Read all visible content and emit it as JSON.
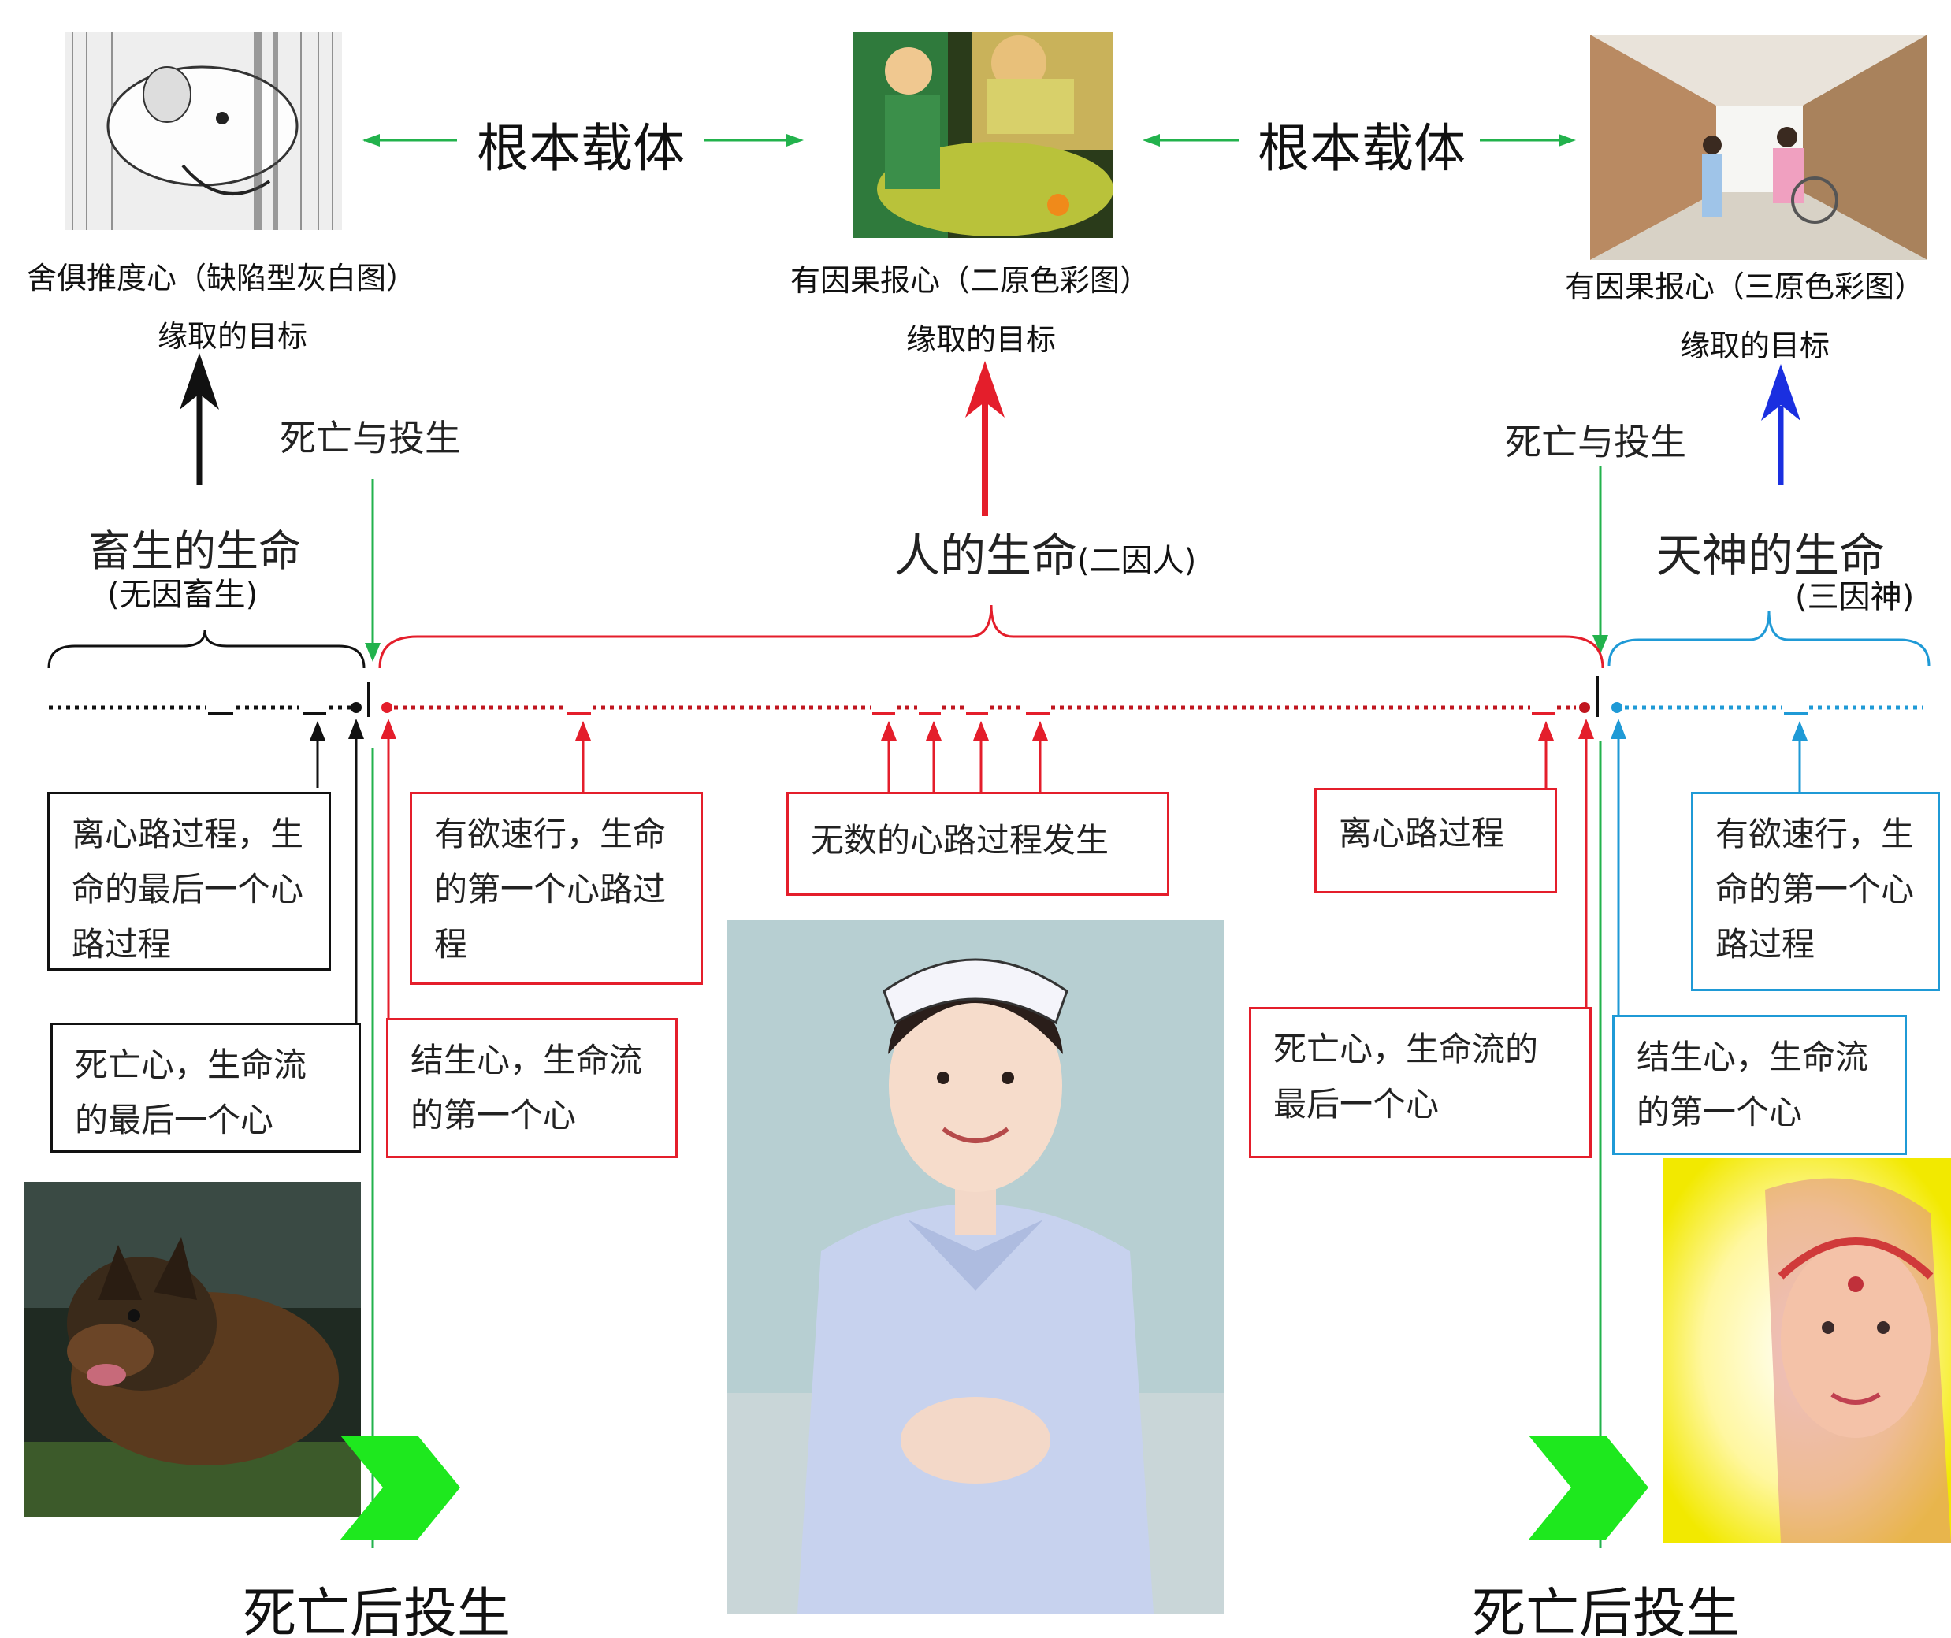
{
  "top": {
    "carrier_left": "根本载体",
    "carrier_right": "根本载体",
    "img_left_caption": "舍俱推度心（缺陷型灰白图）",
    "img_mid_caption": "有因果报心（二原色彩图）",
    "img_right_caption": "有因果报心（三原色彩图）",
    "target_left": "缘取的目标",
    "target_mid": "缘取的目标",
    "target_right": "缘取的目标"
  },
  "death_rebirth_left": "死亡与投生",
  "death_rebirth_right": "死亡与投生",
  "lives": {
    "animal_title": "畜生的生命",
    "animal_sub": "(无因畜生)",
    "human_title": "人的生命",
    "human_sub": "(二因人)",
    "deva_title": "天神的生命",
    "deva_sub": "(三因神)"
  },
  "boxes": {
    "animal_last_process": "离心路过程，生命的最后一个心路过程",
    "animal_death_mind": "死亡心，生命流的最后一个心",
    "human_first_process": "有欲速行，生命的第一个心路过程",
    "human_rebirth_mind": "结生心，生命流的第一个心",
    "human_many_processes": "无数的心路过程发生",
    "human_last_process": "离心路过程",
    "human_death_mind": "死亡心，生命流的最后一个心",
    "deva_first_process": "有欲速行，生命的第一个心路过程",
    "deva_rebirth_mind": "结生心，生命流的第一个心"
  },
  "footer": {
    "left": "死亡后投生",
    "right": "死亡后投生"
  },
  "colors": {
    "animal": "#111111",
    "human": "#e41e2b",
    "deva": "#1f9ad6",
    "transition": "#22b24c",
    "target_deva": "#1a2fe0",
    "chevron": "#1ee81e"
  }
}
